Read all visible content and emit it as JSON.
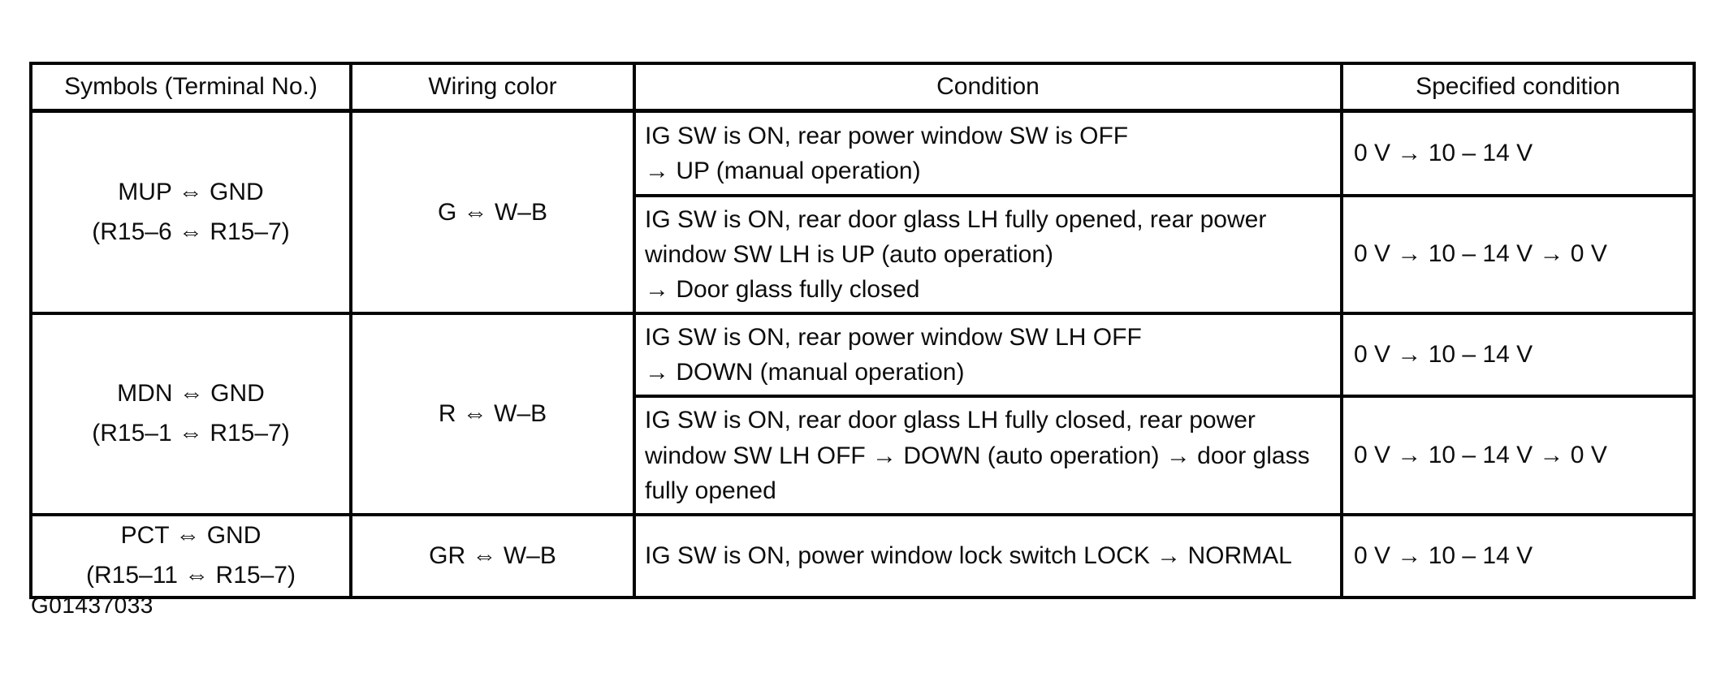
{
  "page": {
    "figure_label": "G01437033"
  },
  "table": {
    "headers": {
      "symbols": "Symbols (Terminal No.)",
      "wiring_color": "Wiring color",
      "condition": "Condition",
      "specified_condition": "Specified condition"
    },
    "groups": [
      {
        "symbols": "MUP ⇔ GND\n(R15–6 ⇔ R15–7)",
        "wiring_color": "G ⇔ W–B",
        "rows": [
          {
            "condition": "IG SW is ON, rear power window SW is OFF\n→ UP (manual operation)",
            "specified_condition": "0 V → 10 – 14 V"
          },
          {
            "condition": "IG SW is ON, rear door glass LH fully opened, rear power window SW LH is UP (auto operation)\n→ Door glass fully closed",
            "specified_condition": "0 V → 10 – 14 V → 0 V"
          }
        ]
      },
      {
        "symbols": "MDN ⇔ GND\n(R15–1 ⇔ R15–7)",
        "wiring_color": "R ⇔ W–B",
        "rows": [
          {
            "condition": "IG SW is ON, rear power window SW LH OFF\n→ DOWN (manual operation)",
            "specified_condition": "0 V → 10 – 14 V"
          },
          {
            "condition": "IG SW is ON, rear door glass LH fully closed, rear power window SW LH OFF → DOWN (auto operation) → door glass fully opened",
            "specified_condition": "0 V → 10 – 14 V → 0 V"
          }
        ]
      },
      {
        "symbols": "PCT ⇔ GND\n(R15–11 ⇔ R15–7)",
        "wiring_color": "GR ⇔ W–B",
        "rows": [
          {
            "condition": "IG SW is ON, power window lock switch LOCK → NORMAL",
            "specified_condition": "0 V → 10 – 14 V"
          }
        ]
      }
    ]
  }
}
